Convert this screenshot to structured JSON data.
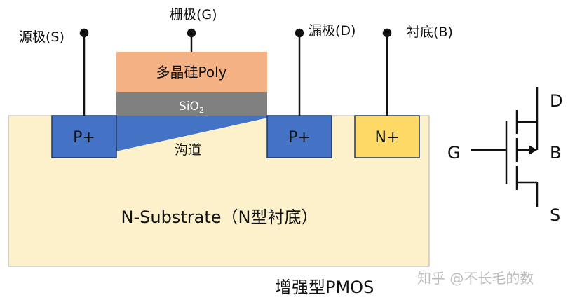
{
  "terminals": {
    "source": "源极(S)",
    "gate": "栅极(G)",
    "drain": "漏极(D)",
    "body": "衬底(B)"
  },
  "layers": {
    "poly": "多晶硅Poly",
    "oxide_base": "SiO",
    "oxide_sub": "2",
    "channel": "沟道",
    "substrate": "N-Substrate（N型衬底）"
  },
  "regions": {
    "source_region": "P+",
    "drain_region": "P+",
    "body_region": "N+"
  },
  "symbol": {
    "d": "D",
    "g": "G",
    "b": "B",
    "s": "S"
  },
  "caption": "增强型PMOS",
  "watermark": "知乎 @不长毛的数",
  "colors": {
    "substrate": "#fdf1cb",
    "p_region": "#4472c4",
    "n_region": "#ffd966",
    "poly": "#f4b183",
    "oxide": "#808080",
    "border": "#1f3864"
  }
}
